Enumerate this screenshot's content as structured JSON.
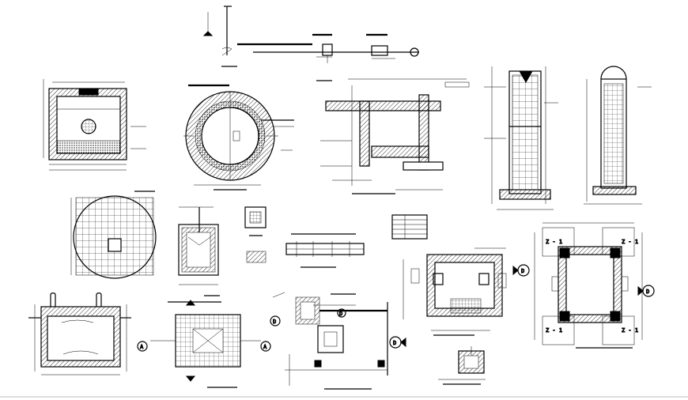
{
  "sheet": {
    "background": "#ffffff",
    "ink": "#000000"
  },
  "labels": {
    "z1_top_left": "Z - 1",
    "z1_top_right": "Z - 1",
    "z1_bottom_left": "Z - 1",
    "z1_bottom_right": "Z - 1",
    "marker_d_1": "D",
    "marker_d_2": "D",
    "marker_d_3": "D",
    "marker_d_4": "D",
    "marker_d_5": "D",
    "marker_a_1": "A",
    "marker_a_2": "A"
  }
}
